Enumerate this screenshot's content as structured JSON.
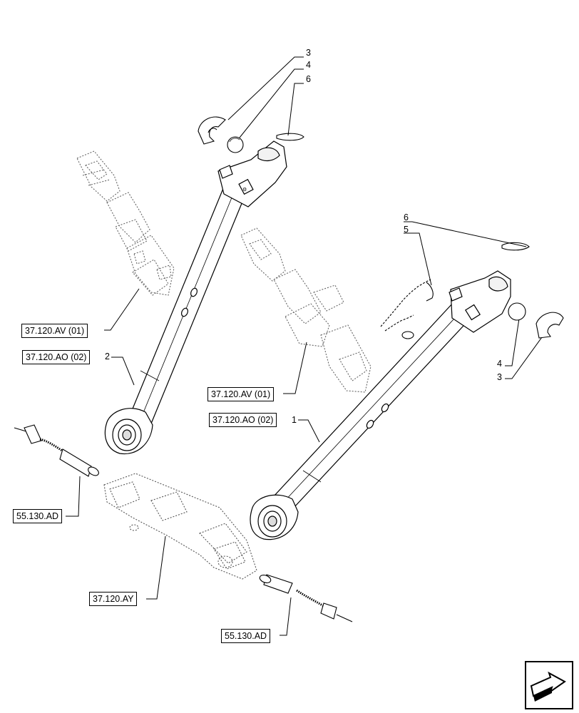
{
  "references": {
    "av_upper": "37.120.AV (01)",
    "ao_upper": "37.120.AO (02)",
    "av_lower": "37.120.AV (01)",
    "ao_lower": "37.120.AO (02)",
    "ad_left": "55.130.AD",
    "ay": "37.120.AY",
    "ad_bottom": "55.130.AD"
  },
  "callouts": {
    "upper_3": "3",
    "upper_4": "4",
    "upper_6": "6",
    "right_6": "6",
    "right_5": "5",
    "right_4": "4",
    "right_3": "3",
    "item_2": "2",
    "item_1": "1"
  },
  "icons": {
    "nav": "next-page-arrow-icon"
  }
}
